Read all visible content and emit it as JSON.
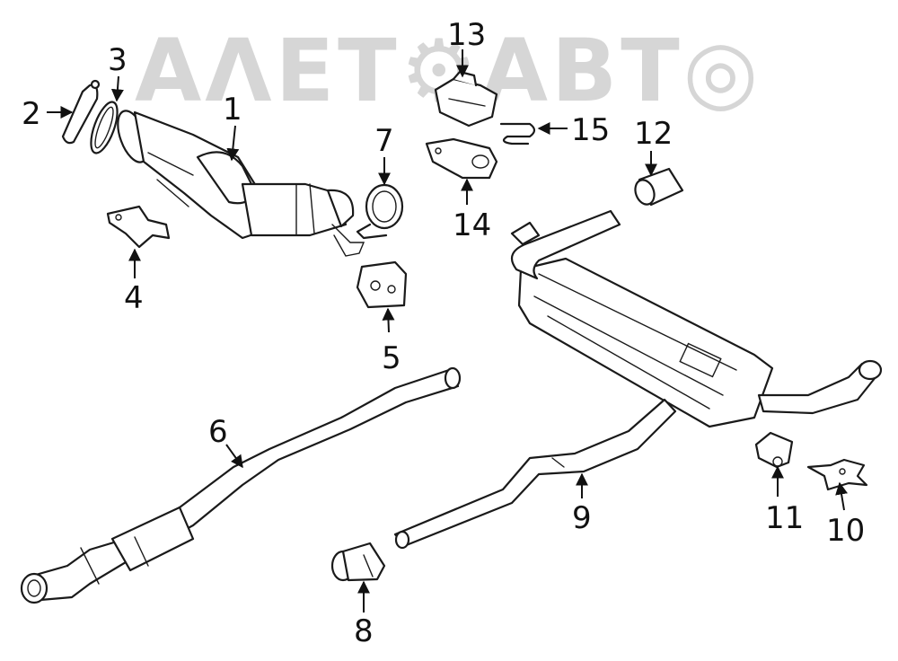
{
  "watermark": {
    "text": "ΑΛΕΤ⚙ΑΒΤ◎"
  },
  "callouts": [
    {
      "id": "1",
      "label": "1"
    },
    {
      "id": "2",
      "label": "2"
    },
    {
      "id": "3",
      "label": "3"
    },
    {
      "id": "4",
      "label": "4"
    },
    {
      "id": "5",
      "label": "5"
    },
    {
      "id": "6",
      "label": "6"
    },
    {
      "id": "7",
      "label": "7"
    },
    {
      "id": "8",
      "label": "8"
    },
    {
      "id": "9",
      "label": "9"
    },
    {
      "id": "10",
      "label": "10"
    },
    {
      "id": "11",
      "label": "11"
    },
    {
      "id": "12",
      "label": "12"
    },
    {
      "id": "13",
      "label": "13"
    },
    {
      "id": "14",
      "label": "14"
    },
    {
      "id": "15",
      "label": "15"
    }
  ],
  "colors": {
    "line": "#1a1a1a",
    "watermark": "#c9c9c9",
    "background": "#ffffff"
  }
}
